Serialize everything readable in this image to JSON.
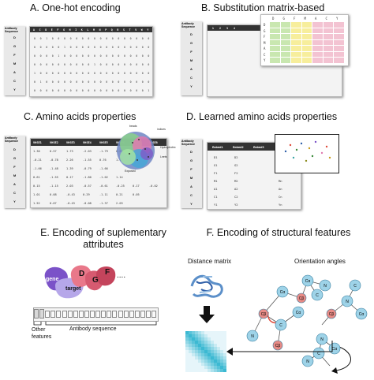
{
  "panels": {
    "a": {
      "title": "A. One-hot encoding"
    },
    "b": {
      "title": "B. Substitution matrix-based"
    },
    "c": {
      "title": "C. Amino acids properties"
    },
    "d": {
      "title": "D. Learned amino acids properties"
    },
    "e": {
      "title": "E. Encoding of suplementary attributes"
    },
    "f": {
      "title": "F. Encoding of structural features"
    }
  },
  "antibody_sequence_header": "Antibody Sequence",
  "sequence_letters": [
    "D",
    "G",
    "F",
    "M",
    "A",
    "C",
    "Y"
  ],
  "onehot_header": [
    "A",
    "C",
    "D",
    "E",
    "F",
    "G",
    "H",
    "I",
    "K",
    "L",
    "M",
    "N",
    "P",
    "Q",
    "R",
    "S",
    "T",
    "V",
    "W",
    "Y"
  ],
  "subst_header": [
    "1",
    "2",
    "3",
    "4"
  ],
  "subst_top_header": [
    "D",
    "G",
    "F",
    "M",
    "A",
    "C",
    "Y"
  ],
  "props_header": [
    "VHSE1",
    "VHSE2",
    "VHSE3",
    "VHSE4",
    "VHSE5",
    "VHSE6",
    "VHSE7",
    "VHSE8"
  ],
  "props_rows": [
    [
      "1.30",
      "0.57",
      "1.73",
      "-2.03",
      "-1.79",
      "0.87",
      "-1.40",
      ""
    ],
    [
      "-0.21",
      "-0.78",
      "2.26",
      "-1.55",
      "0.76",
      "1.73",
      "",
      ""
    ],
    [
      "-1.66",
      "-1.48",
      "1.39",
      "-0.79",
      "-1.66",
      "",
      "",
      ""
    ],
    [
      "0.61",
      "-1.55",
      "0.17",
      "-1.80",
      "-1.02",
      "1.14",
      "",
      ""
    ],
    [
      "0.15",
      "-1.15",
      "2.03",
      "-0.57",
      "-0.61",
      "-0.25",
      "0.17",
      "-0.02"
    ],
    [
      "1.01",
      "0.08",
      "-0.43",
      "0.29",
      "-1.11",
      "0.21",
      "0.05",
      ""
    ],
    [
      "1.52",
      "0.07",
      "-0.43",
      "-0.08",
      "-1.37",
      "2.03",
      "",
      ""
    ]
  ],
  "props_cluster_labels": [
    "beads",
    "indices",
    "Hydrophobic",
    "Lnets",
    "Exposed"
  ],
  "learned_header": [
    "Embed1",
    "Embed2",
    "Embed3"
  ],
  "learned_rows": [
    [
      "D1",
      "D2",
      "D3"
    ],
    [
      "G1",
      "G2",
      ""
    ],
    [
      "F1",
      "F2",
      ""
    ],
    [
      "M1",
      "M2",
      "Mn"
    ],
    [
      "A1",
      "A2",
      "An"
    ],
    [
      "C1",
      "C2",
      "Cn"
    ],
    [
      "Y1",
      "Y2",
      "Yn"
    ]
  ],
  "e_labels": {
    "gene": "gene",
    "target": "target",
    "d": "D",
    "g": "G",
    "f": "F",
    "dots": "....",
    "other_features": "Other features",
    "antibody_sequence": "Antibody sequence"
  },
  "f_labels": {
    "distance_matrix": "Distance matrix",
    "orientation_angles": "Orientation angles"
  },
  "f_nodes": [
    "Cα",
    "Cβ",
    "N",
    "C",
    "Cα",
    "Cβ",
    "N",
    "C",
    "Cα",
    "Cβ",
    "N",
    "C",
    "Cα",
    "Cβ",
    "N",
    "C",
    "Cα",
    "N"
  ],
  "colors": {
    "dark_header": "#2e2e2e",
    "sub_green": "#c9e7b0",
    "sub_yellow": "#f7ee9c",
    "sub_pink": "#f3c3d2",
    "blue_node": "#9ed3e8",
    "red_node": "#e88b86",
    "pink_blob": "#e9788a",
    "purple_blob": "#7b52c8",
    "lav_blob": "#b6a7e9",
    "teal": "#5cc0c8"
  }
}
